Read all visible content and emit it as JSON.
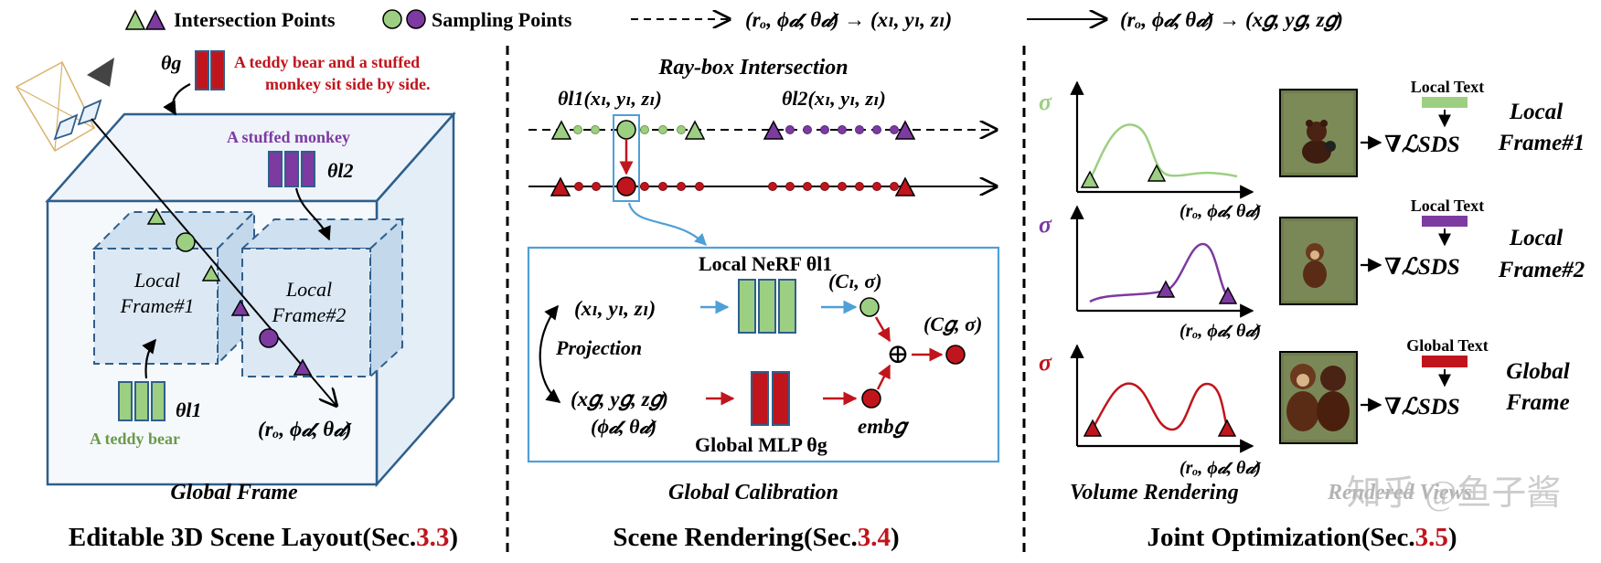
{
  "legend": {
    "intersection_label": "Intersection Points",
    "sampling_label": "Sampling Points",
    "dashed_mapping_lhs": "(r",
    "dashed_mapping_text": "(rₒ, ϕ𝒹, θ𝒹) → (xₗ, yₗ, zₗ)",
    "solid_mapping_text": "(rₒ, ϕ𝒹, θ𝒹) → (x𝑔, y𝑔, z𝑔)"
  },
  "layout_panel": {
    "theta_g": "θg",
    "global_prompt_line1": "A teddy bear and a stuffed",
    "global_prompt_line2": "monkey sit side by side.",
    "monkey_prompt": "A stuffed monkey",
    "theta_l2": "θl2",
    "local_frame1_line1": "Local",
    "local_frame1_line2": "Frame#1",
    "local_frame2_line1": "Local",
    "local_frame2_line2": "Frame#2",
    "theta_l1": "θl1",
    "teddy_prompt": "A teddy bear",
    "ray_label": "(rₒ, ϕ𝒹, θ𝒹)",
    "subtitle": "Global Frame",
    "section_title": "Editable 3D Scene Layout(Sec.",
    "section_number": "3.3",
    "section_close": ")"
  },
  "rendering_panel": {
    "raybox_title": "Ray-box Intersection",
    "theta_l1_coords": "θl1(xₗ, yₗ, zₗ)",
    "theta_l2_coords": "θl2(xₗ, yₗ, zₗ)",
    "local_nerf": "Local NeRF θl1",
    "local_coords": "(xₗ, yₗ, zₗ)",
    "cl_sigma": "(Cₗ, σ)",
    "cg_sigma": "(C𝑔, σ)",
    "projection": "Projection",
    "global_coords": "(x𝑔, y𝑔, z𝑔)",
    "global_dirs": "(ϕ𝒹, θ𝒹)",
    "global_mlp": "Global MLP θg",
    "emb": "emb𝑔",
    "oplus": "⊕",
    "subtitle": "Global Calibration",
    "section_title": "Scene Rendering(Sec.",
    "section_number": "3.4",
    "section_close": ")"
  },
  "optimization_panel": {
    "sigma": "σ",
    "axis_label": "(rₒ, ϕ𝒹, θ𝒹)",
    "rows": [
      {
        "text_label": "Local Text",
        "loss": "∇ℒSDS",
        "frame_line1": "Local",
        "frame_line2": "Frame#1",
        "color": "#9ccf82"
      },
      {
        "text_label": "Local Text",
        "loss": "∇ℒSDS",
        "frame_line1": "Local",
        "frame_line2": "Frame#2",
        "color": "#7d3aa0"
      },
      {
        "text_label": "Global Text",
        "loss": "∇ℒSDS",
        "frame_line1": "Global",
        "frame_line2": "Frame",
        "color": "#c0151c"
      }
    ],
    "subtitle": "Volume Rendering",
    "subtitle2": "Rendered Views",
    "section_title": "Joint Optimization(Sec.",
    "section_number": "3.5",
    "section_close": ")",
    "watermark": "知乎 @鱼子酱"
  },
  "colors": {
    "green": "#9ccf82",
    "green_stroke": "#4a7a30",
    "purple": "#7d3aa0",
    "red": "#c0151c",
    "blue": "#2e5f8c",
    "light_blue": "#4f9fd8",
    "box_fill": "#dce9f5"
  }
}
